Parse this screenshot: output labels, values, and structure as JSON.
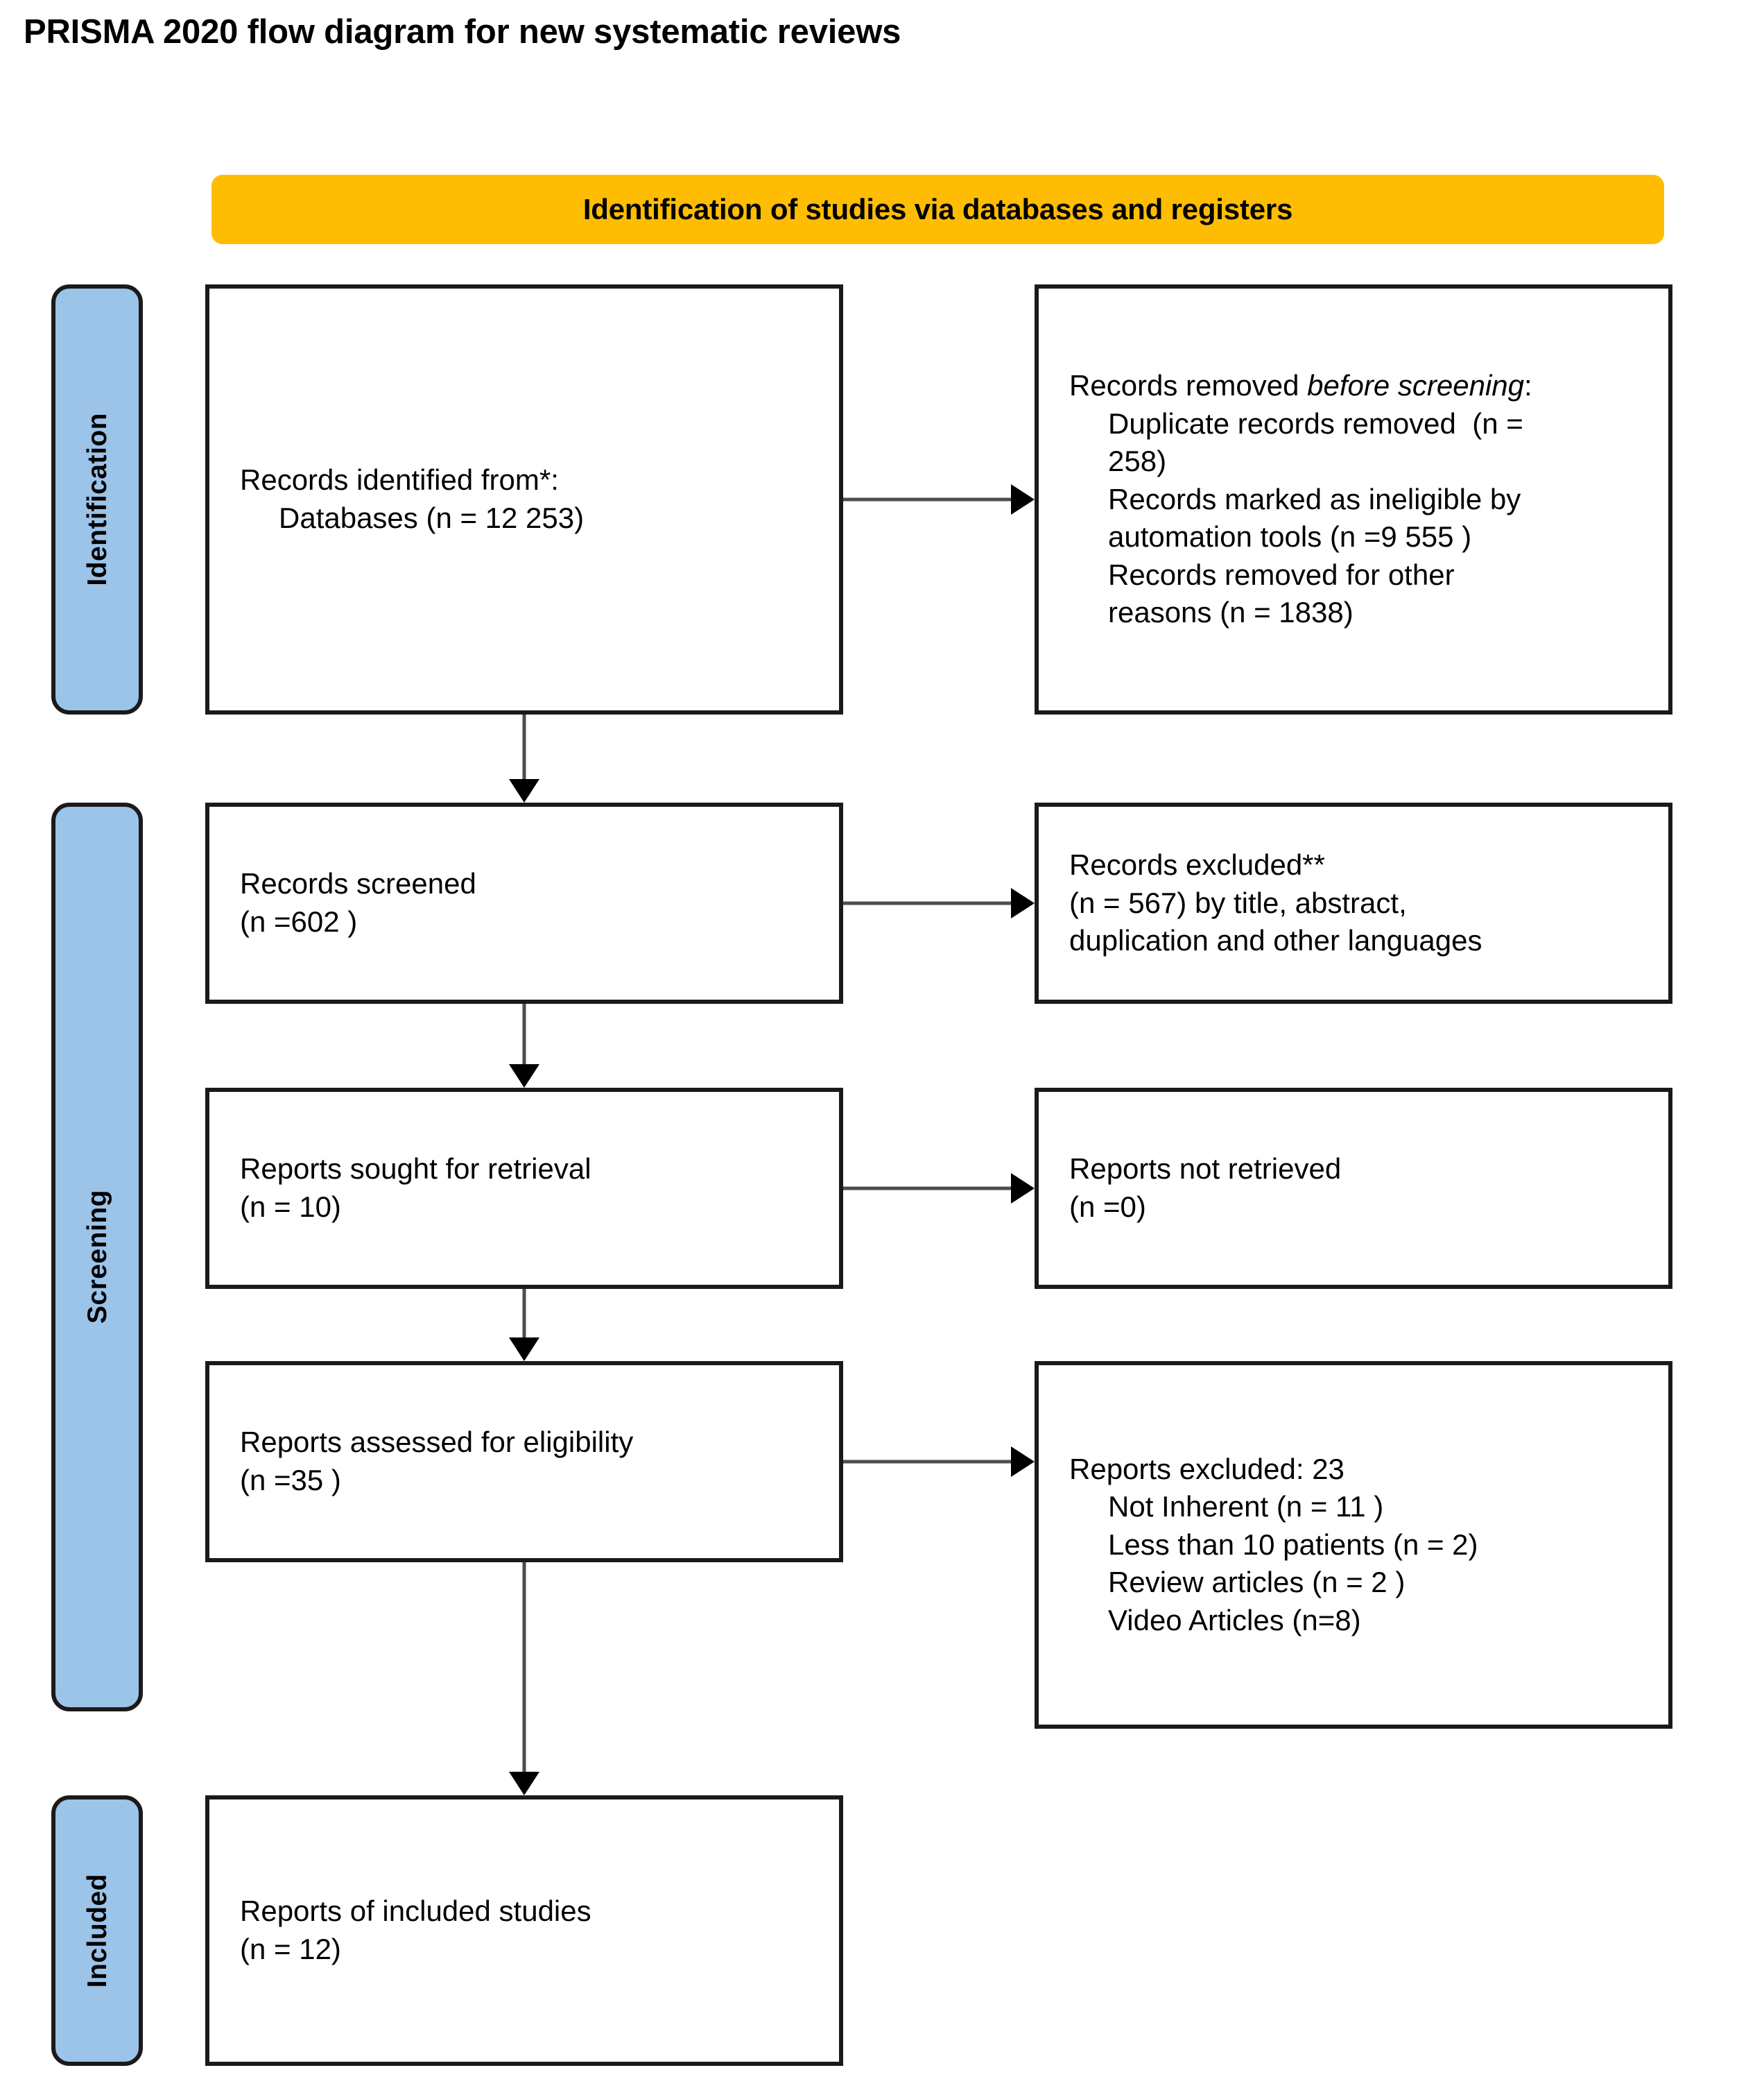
{
  "page": {
    "title": "PRISMA 2020 flow diagram for new systematic reviews"
  },
  "banner": {
    "identification": "Identification of studies via databases and registers",
    "color": "#febd02"
  },
  "stages": {
    "identification": "Identification",
    "screening": "Screening",
    "included": "Included",
    "color": "#9cc3e8"
  },
  "boxes": {
    "records_identified": {
      "line1": "Records identified from*:",
      "line2": "Databases (n = 12 253)"
    },
    "records_removed": {
      "line1_a": "Records removed ",
      "line1_b": "before screening",
      "line1_c": ":",
      "line2": "Duplicate records removed  (n =",
      "line3": "258)",
      "line4": "Records marked as ineligible by",
      "line5": "automation tools (n =9 555 )",
      "line6": "Records removed for other",
      "line7": "reasons (n = 1838)"
    },
    "records_screened": {
      "line1": "Records screened",
      "line2": "(n =602 )"
    },
    "records_excluded": {
      "line1": "Records excluded**",
      "line2": "(n = 567) by title, abstract,",
      "line3": "duplication and other languages"
    },
    "reports_sought": {
      "line1": "Reports sought for retrieval",
      "line2": "(n = 10)"
    },
    "reports_not_retrieved": {
      "line1": "Reports not retrieved",
      "line2": "(n =0)"
    },
    "reports_assessed": {
      "line1": "Reports assessed for eligibility",
      "line2": "(n =35 )"
    },
    "reports_excluded": {
      "line1": "Reports excluded: 23",
      "line2": "Not Inherent (n = 11 )",
      "line3": "Less than 10 patients (n = 2)",
      "line4": "Review articles (n = 2 )",
      "line5": "Video Articles (n=8)"
    },
    "reports_included": {
      "line1": "Reports of included studies",
      "line2": "(n = 12)"
    }
  },
  "chart_data": {
    "type": "diagram",
    "title": "PRISMA 2020 flow diagram for new systematic reviews",
    "sections": [
      {
        "stage": "Identification",
        "nodes": [
          {
            "label": "Records identified from*: Databases",
            "n": 12253
          },
          {
            "label": "Duplicate records removed",
            "n": 258
          },
          {
            "label": "Records marked as ineligible by automation tools",
            "n": 9555
          },
          {
            "label": "Records removed for other reasons",
            "n": 1838
          }
        ]
      },
      {
        "stage": "Screening",
        "nodes": [
          {
            "label": "Records screened",
            "n": 602
          },
          {
            "label": "Records excluded** by title, abstract, duplication and other languages",
            "n": 567
          },
          {
            "label": "Reports sought for retrieval",
            "n": 10
          },
          {
            "label": "Reports not retrieved",
            "n": 0
          },
          {
            "label": "Reports assessed for eligibility",
            "n": 35
          },
          {
            "label": "Reports excluded",
            "n": 23
          },
          {
            "label": "Not Inherent",
            "n": 11
          },
          {
            "label": "Less than 10 patients",
            "n": 2
          },
          {
            "label": "Review articles",
            "n": 2
          },
          {
            "label": "Video Articles",
            "n": 8
          }
        ]
      },
      {
        "stage": "Included",
        "nodes": [
          {
            "label": "Reports of included studies",
            "n": 12
          }
        ]
      }
    ]
  }
}
